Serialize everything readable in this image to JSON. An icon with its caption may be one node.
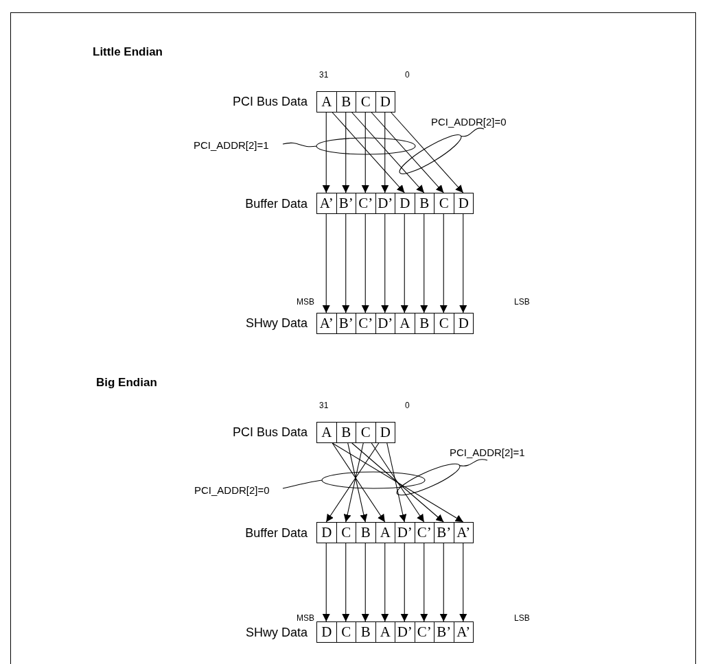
{
  "diagram": {
    "nodes": [
      {
        "text": [
          "A"
        ]
      },
      {
        "text": [
          "B"
        ]
      },
      {
        "text": [
          "C"
        ]
      },
      {
        "text": [
          "D"
        ]
      },
      {
        "text": [
          "A’"
        ]
      },
      {
        "text": [
          "B’"
        ]
      },
      {
        "text": [
          "C’"
        ]
      },
      {
        "text": [
          "D’"
        ]
      },
      {
        "text": [
          "D"
        ]
      },
      {
        "text": [
          "B"
        ]
      },
      {
        "text": [
          "C"
        ]
      },
      {
        "text": [
          "D"
        ]
      },
      {
        "text": [
          "A’"
        ]
      },
      {
        "text": [
          "B’"
        ]
      },
      {
        "text": [
          "C’"
        ]
      },
      {
        "text": [
          "D’"
        ]
      },
      {
        "text": [
          "A"
        ]
      },
      {
        "text": [
          "B"
        ]
      },
      {
        "text": [
          "C"
        ]
      },
      {
        "text": [
          "D"
        ]
      },
      {
        "text": [
          "PCI_ADDR[2]=0"
        ]
      },
      {
        "text": [
          "PCI_ADDR[2]=1"
        ]
      },
      {
        "text": [
          "A"
        ]
      },
      {
        "text": [
          "B"
        ]
      },
      {
        "text": [
          "C"
        ]
      },
      {
        "text": [
          "D"
        ]
      },
      {
        "text": [
          "D"
        ]
      },
      {
        "text": [
          "C"
        ]
      },
      {
        "text": [
          "B"
        ]
      },
      {
        "text": [
          "A"
        ]
      },
      {
        "text": [
          "D’"
        ]
      },
      {
        "text": [
          "C’"
        ]
      },
      {
        "text": [
          "B’"
        ]
      },
      {
        "text": [
          "A’"
        ]
      },
      {
        "text": [
          "D"
        ]
      },
      {
        "text": [
          "C"
        ]
      },
      {
        "text": [
          "B"
        ]
      },
      {
        "text": [
          "A"
        ]
      },
      {
        "text": [
          "D’"
        ]
      },
      {
        "text": [
          "C’"
        ]
      },
      {
        "text": [
          "B’"
        ]
      },
      {
        "text": [
          "A’"
        ]
      },
      {
        "text": [
          "PCI_ADDR[2]=1"
        ]
      },
      {
        "text": [
          "PCI_ADDR[2]=0"
        ]
      }
    ],
    "edges": [
      {
        "from": 0,
        "to": 4,
        "arrow": "to"
      },
      {
        "from": 1,
        "to": 5,
        "arrow": "to"
      },
      {
        "from": 2,
        "to": 6,
        "arrow": "to"
      },
      {
        "from": 3,
        "to": 7,
        "arrow": "to"
      },
      {
        "from": 0,
        "to": 8,
        "arrow": "to"
      },
      {
        "from": 1,
        "to": 9,
        "arrow": "to"
      },
      {
        "from": 2,
        "to": 10,
        "arrow": "to"
      },
      {
        "from": 3,
        "to": 11,
        "arrow": "to"
      },
      {
        "from": 4,
        "to": 12,
        "arrow": "to"
      },
      {
        "from": 5,
        "to": 13,
        "arrow": "to"
      },
      {
        "from": 6,
        "to": 14,
        "arrow": "to"
      },
      {
        "from": 7,
        "to": 15,
        "arrow": "to"
      },
      {
        "from": 8,
        "to": 16,
        "arrow": "to"
      },
      {
        "from": 9,
        "to": 17,
        "arrow": "to"
      },
      {
        "from": 10,
        "to": 18,
        "arrow": "to"
      },
      {
        "from": 11,
        "to": 19,
        "arrow": "to"
      },
      {
        "from": 21,
        "to": null,
        "arrow": "none"
      },
      {
        "from": 20,
        "to": null,
        "arrow": "none"
      },
      {
        "from": 22,
        "to": 29,
        "arrow": "to"
      },
      {
        "from": 23,
        "to": 28,
        "arrow": "to"
      },
      {
        "from": 24,
        "to": 27,
        "arrow": "to"
      },
      {
        "from": 25,
        "to": 26,
        "arrow": "to"
      },
      {
        "from": 22,
        "to": 33,
        "arrow": "to"
      },
      {
        "from": 23,
        "to": 32,
        "arrow": "to"
      },
      {
        "from": 24,
        "to": 31,
        "arrow": "to"
      },
      {
        "from": 25,
        "to": 30,
        "arrow": "to"
      },
      {
        "from": 26,
        "to": 34,
        "arrow": "to"
      },
      {
        "from": 27,
        "to": 35,
        "arrow": "to"
      },
      {
        "from": 28,
        "to": 36,
        "arrow": "to"
      },
      {
        "from": 29,
        "to": 37,
        "arrow": "to"
      },
      {
        "from": 30,
        "to": 38,
        "arrow": "to"
      },
      {
        "from": 31,
        "to": 39,
        "arrow": "to"
      },
      {
        "from": 32,
        "to": 40,
        "arrow": "to"
      },
      {
        "from": 33,
        "to": 41,
        "arrow": "to"
      },
      {
        "from": 43,
        "to": null,
        "arrow": "none"
      },
      {
        "from": 42,
        "to": null,
        "arrow": "none"
      }
    ],
    "labels": [
      "Little Endian",
      "31",
      "0",
      "PCI Bus Data",
      "Buffer Data",
      "MSB",
      "LSB",
      "SHwy Data",
      "Big Endian",
      "31",
      "0",
      "PCI Bus Data",
      "Buffer Data",
      "MSB",
      "LSB",
      "SHwy Data"
    ]
  }
}
